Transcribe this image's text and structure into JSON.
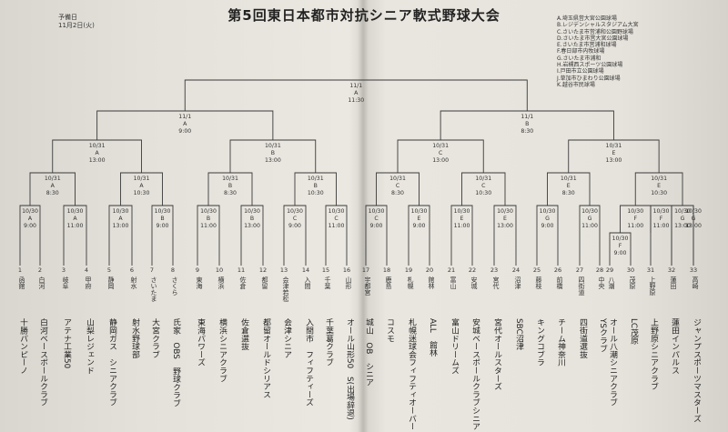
{
  "title": "第5回東日本都市対抗シニア軟式野球大会",
  "day_label": "予備日",
  "day_date": "11月2日(火)",
  "legend": [
    "A.埼玉県営大宮公園球場",
    "B.レジデンシャルスタジアム大宮",
    "C.さいたま市営浦和公園野球場",
    "D.さいたま市営大宮公園球場",
    "E.さいたま市営浦和球場",
    "F.春日部市内牧球場",
    "G.さいたま市浦和",
    "H.岩槻西スポーツ公園球場",
    "I.戸田市立公園球場",
    "J.草加市ひまわり公園球場",
    "K.越谷市民球場"
  ],
  "teams": [
    {
      "no": "1",
      "city": "函館",
      "name": "十勝パンピーノ"
    },
    {
      "no": "2",
      "city": "白河",
      "name": "白河ベースボールクラブ"
    },
    {
      "no": "3",
      "city": "岐阜",
      "name": "アテナ工業50"
    },
    {
      "no": "4",
      "city": "甲府",
      "name": "山梨レジェンド"
    },
    {
      "no": "5",
      "city": "静岡",
      "name": "静岡ガス　シニアクラブ"
    },
    {
      "no": "6",
      "city": "射水",
      "name": "射水野球部"
    },
    {
      "no": "7",
      "city": "さいたま",
      "name": "大宮クラブ"
    },
    {
      "no": "8",
      "city": "さくら",
      "name": "氏家　OBS　野球クラブ"
    },
    {
      "no": "9",
      "city": "東海",
      "name": "東海パワーズ"
    },
    {
      "no": "10",
      "city": "横浜",
      "name": "横浜シニアクラブ"
    },
    {
      "no": "11",
      "city": "佐倉",
      "name": "佐倉選抜"
    },
    {
      "no": "12",
      "city": "都留",
      "name": "都留オールドシリアス"
    },
    {
      "no": "13",
      "city": "会津若松",
      "name": "会津シニア"
    },
    {
      "no": "14",
      "city": "入間",
      "name": "入間市　フィフティーズ"
    },
    {
      "no": "15",
      "city": "千葉",
      "name": "千葉葛クラブ"
    },
    {
      "no": "16",
      "city": "山形",
      "name": "オール山形50　S(出場辞退)"
    },
    {
      "no": "17",
      "city": "宇都宮",
      "name": "城山　OB　シニア"
    },
    {
      "no": "18",
      "city": "鹿島",
      "name": "コスモ"
    },
    {
      "no": "19",
      "city": "札幌",
      "name": "札幌迷球会フィフティオーバー"
    },
    {
      "no": "20",
      "city": "館林",
      "name": "ALL　館林"
    },
    {
      "no": "21",
      "city": "富山",
      "name": "富山ドリームズ"
    },
    {
      "no": "22",
      "city": "安城",
      "name": "安城ベースボールクラブシニア"
    },
    {
      "no": "23",
      "city": "宮代",
      "name": "宮代オールスターズ"
    },
    {
      "no": "24",
      "city": "沼津",
      "name": "SBC沼津"
    },
    {
      "no": "25",
      "city": "藤枝",
      "name": "キングコブラ"
    },
    {
      "no": "26",
      "city": "前橋",
      "name": "チーム神奈川"
    },
    {
      "no": "27",
      "city": "四街道",
      "name": "四街道選抜"
    },
    {
      "no": "28",
      "city": "中央",
      "name": "YSクラブ"
    },
    {
      "no": "29",
      "city": "八潮",
      "name": "オール八潮シニアクラブ"
    },
    {
      "no": "30",
      "city": "茂原",
      "name": "LC茂原"
    },
    {
      "no": "31",
      "city": "上野原",
      "name": "上野原シニアクラブ"
    },
    {
      "no": "32",
      "city": "蓮田",
      "name": "蓮田インパルス"
    },
    {
      "no": "33",
      "city": "高崎",
      "name": "ジャンプスポーツマスターズ"
    }
  ],
  "matches": [
    {
      "id": "r1_1",
      "date": "10/30",
      "venue": "A",
      "time": "9:00"
    },
    {
      "id": "r1_2",
      "date": "10/30",
      "venue": "A",
      "time": "11:00"
    },
    {
      "id": "r1_3",
      "date": "10/30",
      "venue": "A",
      "time": "13:00"
    },
    {
      "id": "r1_4",
      "date": "10/30",
      "venue": "B",
      "time": "9:00"
    },
    {
      "id": "r1_5",
      "date": "10/30",
      "venue": "B",
      "time": "11:00"
    },
    {
      "id": "r1_6",
      "date": "10/30",
      "venue": "B",
      "time": "13:00"
    },
    {
      "id": "r1_7",
      "date": "10/30",
      "venue": "C",
      "time": "9:00"
    },
    {
      "id": "r1_8",
      "date": "10/30",
      "venue": "C",
      "time": "11:00"
    },
    {
      "id": "r1_9",
      "date": "10/30",
      "venue": "C",
      "time": "9:00"
    },
    {
      "id": "r1_10",
      "date": "10/30",
      "venue": "E",
      "time": "9:00"
    },
    {
      "id": "r1_11",
      "date": "10/30",
      "venue": "E",
      "time": "11:00"
    },
    {
      "id": "r1_12",
      "date": "10/30",
      "venue": "E",
      "time": "13:00"
    },
    {
      "id": "r1_13",
      "date": "10/30",
      "venue": "G",
      "time": "9:00"
    },
    {
      "id": "r1_14",
      "date": "10/30",
      "venue": "G",
      "time": "11:00"
    },
    {
      "id": "r1_15",
      "date": "10/30",
      "venue": "F",
      "time": "9:00"
    },
    {
      "id": "r1_16",
      "date": "10/30",
      "venue": "F",
      "time": "11:00"
    },
    {
      "id": "r1_17",
      "date": "10/30",
      "venue": "G",
      "time": "13:00"
    },
    {
      "id": "r2_1",
      "date": "10/31",
      "venue": "A",
      "time": "8:30"
    },
    {
      "id": "r2_2",
      "date": "10/31",
      "venue": "A",
      "time": "10:30"
    },
    {
      "id": "r2_3",
      "date": "10/31",
      "venue": "B",
      "time": "8:30"
    },
    {
      "id": "r2_4",
      "date": "10/31",
      "venue": "B",
      "time": "10:30"
    },
    {
      "id": "r2_5",
      "date": "10/31",
      "venue": "C",
      "time": "8:30"
    },
    {
      "id": "r2_6",
      "date": "10/31",
      "venue": "C",
      "time": "10:30"
    },
    {
      "id": "r2_7",
      "date": "10/31",
      "venue": "E",
      "time": "8:30"
    },
    {
      "id": "r2_8",
      "date": "10/31",
      "venue": "E",
      "time": "10:30"
    },
    {
      "id": "r3_1",
      "date": "10/31",
      "venue": "A",
      "time": "13:00"
    },
    {
      "id": "r3_2",
      "date": "10/31",
      "venue": "B",
      "time": "13:00"
    },
    {
      "id": "r3_3",
      "date": "10/31",
      "venue": "C",
      "time": "13:00"
    },
    {
      "id": "r3_4",
      "date": "10/31",
      "venue": "E",
      "time": "13:00"
    },
    {
      "id": "sf_1",
      "date": "11/1",
      "venue": "A",
      "time": "9:00"
    },
    {
      "id": "sf_2",
      "date": "11/1",
      "venue": "B",
      "time": "8:30"
    },
    {
      "id": "final",
      "date": "11/1",
      "venue": "A",
      "time": "11:30"
    }
  ]
}
